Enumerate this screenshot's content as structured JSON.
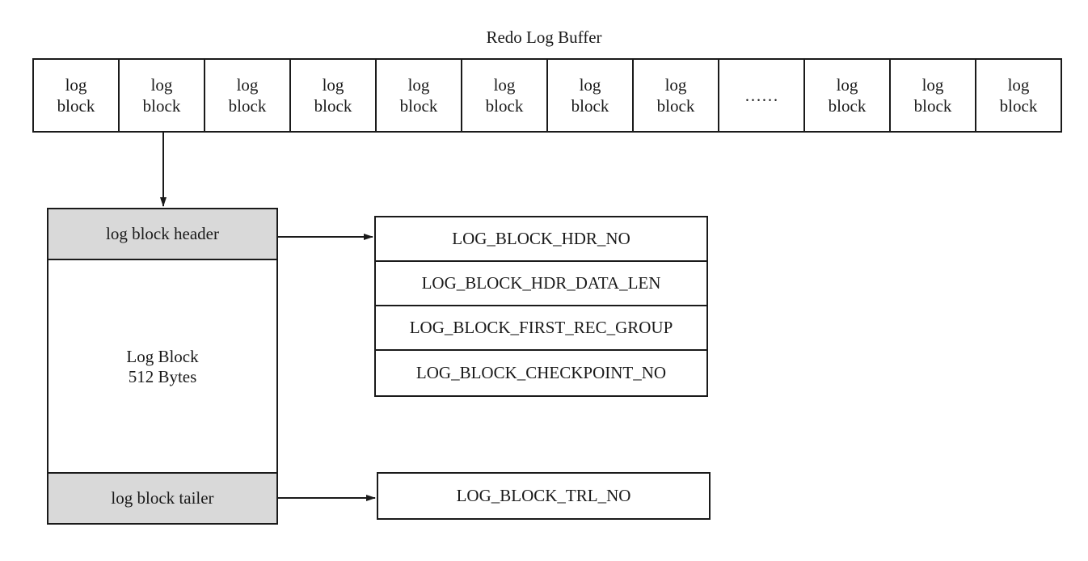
{
  "buffer": {
    "title": "Redo Log Buffer",
    "cells": [
      {
        "line1": "log",
        "line2": "block"
      },
      {
        "line1": "log",
        "line2": "block"
      },
      {
        "line1": "log",
        "line2": "block"
      },
      {
        "line1": "log",
        "line2": "block"
      },
      {
        "line1": "log",
        "line2": "block"
      },
      {
        "line1": "log",
        "line2": "block"
      },
      {
        "line1": "log",
        "line2": "block"
      },
      {
        "line1": "log",
        "line2": "block"
      },
      {
        "line1": "……",
        "line2": ""
      },
      {
        "line1": "log",
        "line2": "block"
      },
      {
        "line1": "log",
        "line2": "block"
      },
      {
        "line1": "log",
        "line2": "block"
      }
    ]
  },
  "block": {
    "header": "log block header",
    "body_line1": "Log Block",
    "body_line2": "512 Bytes",
    "tailer": "log block tailer"
  },
  "header_fields": [
    "LOG_BLOCK_HDR_NO",
    "LOG_BLOCK_HDR_DATA_LEN",
    "LOG_BLOCK_FIRST_REC_GROUP",
    "LOG_BLOCK_CHECKPOINT_NO"
  ],
  "tailer_fields": [
    "LOG_BLOCK_TRL_NO"
  ],
  "colors": {
    "line": "#1a1a1a",
    "shaded": "#d9d9d9",
    "background": "#ffffff"
  }
}
